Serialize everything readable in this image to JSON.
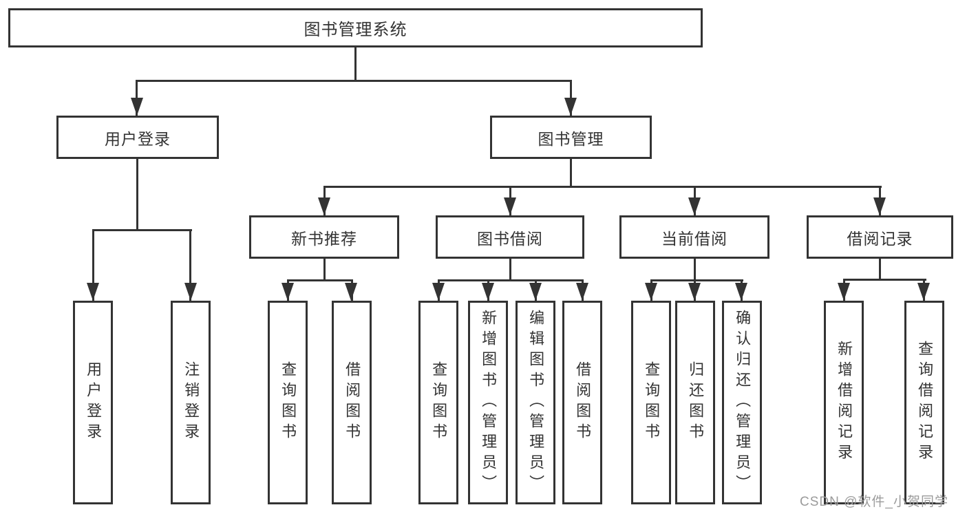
{
  "title": {
    "label": "图书管理系统"
  },
  "nodes": {
    "level2": [
      {
        "label": "用户登录"
      },
      {
        "label": "图书管理"
      }
    ],
    "level3": [
      {
        "label": "新书推荐"
      },
      {
        "label": "图书借阅"
      },
      {
        "label": "当前借阅"
      },
      {
        "label": "借阅记录"
      }
    ],
    "leaves": [
      {
        "label": "用户登录"
      },
      {
        "label": "注销登录"
      },
      {
        "label": "查询图书"
      },
      {
        "label": "借阅图书"
      },
      {
        "label": "查询图书"
      },
      {
        "label": "新增图书（管理员）"
      },
      {
        "label": "编辑图书（管理员）"
      },
      {
        "label": "借阅图书"
      },
      {
        "label": "查询图书"
      },
      {
        "label": "归还图书"
      },
      {
        "label": "确认归还（管理员）"
      },
      {
        "label": "新增借阅记录"
      },
      {
        "label": "查询借阅记录"
      }
    ]
  },
  "watermark": {
    "text": "CSDN @软件_小贺同学"
  },
  "colors": {
    "line": "#333333",
    "box_background": "#ffffff",
    "watermark": "#9b9b9b"
  }
}
